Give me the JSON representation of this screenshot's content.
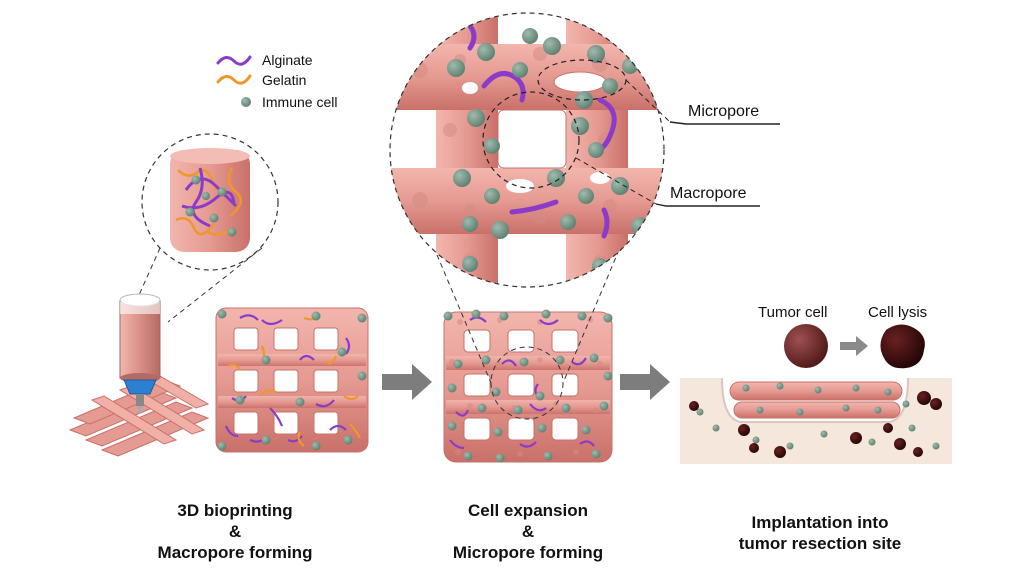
{
  "legend": {
    "alginate": "Alginate",
    "gelatin": "Gelatin",
    "immune_cell": "Immune cell"
  },
  "labels": {
    "micropore": "Micropore",
    "macropore": "Macropore",
    "tumor_cell": "Tumor cell",
    "cell_lysis": "Cell lysis"
  },
  "captions": {
    "step1": {
      "line1": "3D bioprinting",
      "line2": "&",
      "line3": "Macropore forming"
    },
    "step2": {
      "line1": "Cell expansion",
      "line2": "&",
      "line3": "Micropore forming"
    },
    "step3": {
      "line1": "Implantation into",
      "line2": "tumor resection site"
    }
  },
  "colors": {
    "scaffold": "#e59a92",
    "scaffold_dark": "#c97069",
    "alginate": "#8a3cc8",
    "gelatin": "#f0962a",
    "immune_cell": "#6f9180",
    "tumor_cell": "#6b2424",
    "arrow": "#7d7d7d",
    "tissue": "#f6e7dd"
  }
}
